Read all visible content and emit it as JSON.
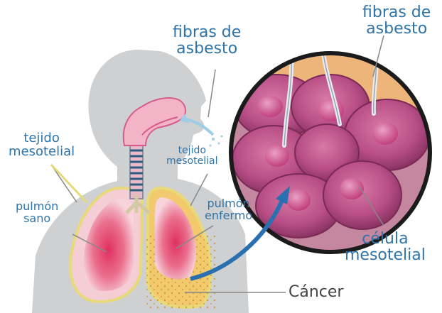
{
  "labels": {
    "asbestos_fibers_center": [
      "fibras de",
      "asbesto"
    ],
    "asbestos_fibers_right": [
      "fibras de",
      "asbesto"
    ],
    "mesothelial_tissue_left": [
      "tejido",
      "mesotelial"
    ],
    "mesothelial_tissue_center": [
      "tejido",
      "mesotelial"
    ],
    "healthy_lung": [
      "pulmón",
      "sano"
    ],
    "diseased_lung": [
      "pulmón",
      "enfermo"
    ],
    "mesothelial_cell": [
      "célula",
      "mesotelial"
    ],
    "cancer": "Cáncer"
  },
  "colors": {
    "label_text": "#2f74a8",
    "body_silhouette": "#cfd0d2",
    "lung_fill": "#f4cdd5",
    "lung_core": "#e0305f",
    "lung_outline": "#e8d97a",
    "cancer_fill": "#f2c96c",
    "cell_fill": "#b84e86",
    "magnifier_border": "#1b1b1b",
    "arrow": "#2a6fb0"
  }
}
